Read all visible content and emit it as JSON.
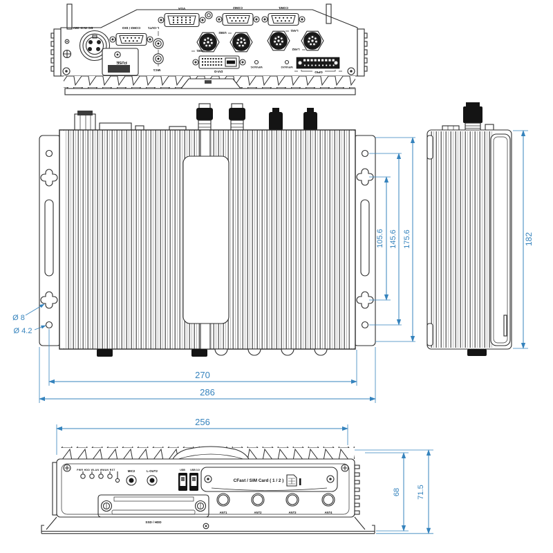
{
  "colors": {
    "dimension": "#3583bd",
    "line": "#2b2b2b"
  },
  "rear_view": {
    "labels": {
      "dc_in": "DC-IN 9~36V",
      "com3_dio": "COM3 / DIO",
      "fuse": "FUSE",
      "l_out1": "L-OUT1",
      "mic1": "MIC1",
      "vga": "VGA",
      "com2": "COM2",
      "com1": "COM1",
      "usb1": "USB1",
      "usb2": "USB2",
      "lan1": "LAN1",
      "lan2": "LAN2",
      "dvi": "DVI-D",
      "wifi_aux1": "WiFi/AUX1",
      "wifi_aux2": "WiFi/AUX2",
      "gpio": "GPIO"
    }
  },
  "top_view": {
    "dimensions": {
      "hole_pitch_inner": "105.6",
      "hole_pitch_mid": "145.6",
      "hole_pitch_outer": "175.6",
      "body_width": "270",
      "overall_width": "286",
      "mount_hole_large": "Ø 8",
      "mount_hole_small": "Ø 4.2"
    }
  },
  "side_view": {
    "dimensions": {
      "depth": "182"
    }
  },
  "front_view": {
    "labels": {
      "leds": "PWR HDD WLAN WWAN RST",
      "mic2": "MIC2",
      "l_out2": "L-OUT2",
      "usb": "USB",
      "usb30": "USB 3.0",
      "cfast": "CFast / SIM Card ( 1 / 2 )",
      "ant": [
        "ANT1",
        "ANT2",
        "ANT3",
        "ANT4"
      ],
      "ssd": "SSD / HDD"
    },
    "dimensions": {
      "front_width": "256",
      "body_height": "68",
      "overall_height": "71.5"
    }
  }
}
